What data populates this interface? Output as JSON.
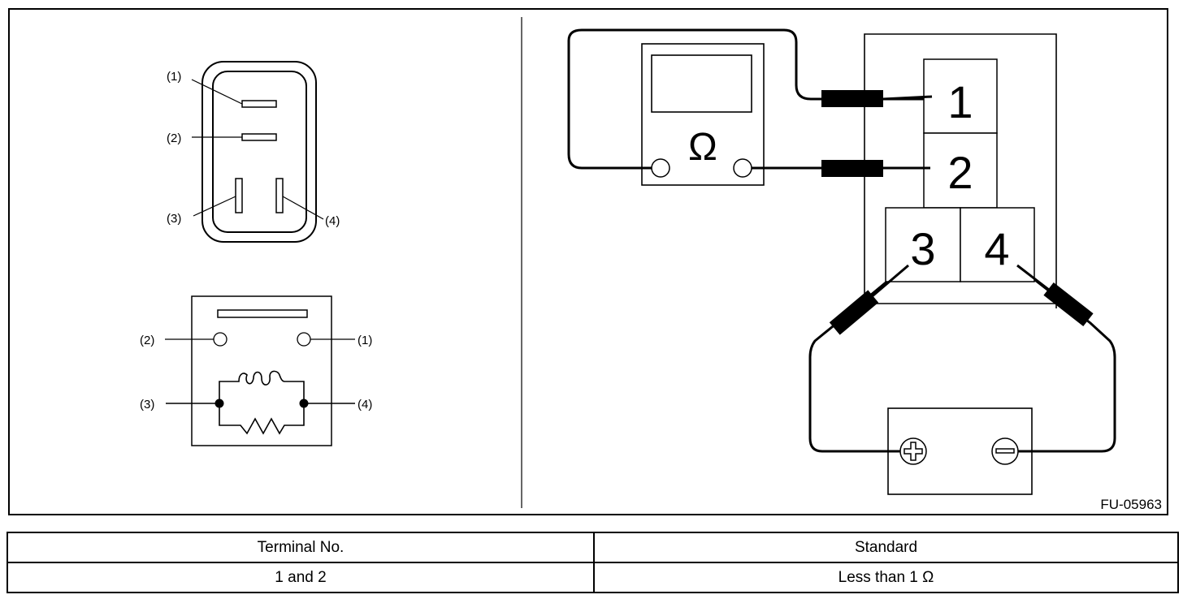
{
  "figure_code": "FU-05963",
  "connector_view": {
    "labels": [
      "(1)",
      "(2)",
      "(3)",
      "(4)"
    ]
  },
  "relay_schematic": {
    "labels": [
      "(2)",
      "(1)",
      "(3)",
      "(4)"
    ]
  },
  "test_setup": {
    "meter_symbol": "Ω",
    "terminals": [
      "1",
      "2",
      "3",
      "4"
    ],
    "battery_positive": "+",
    "battery_negative": "−"
  },
  "table": {
    "headers": [
      "Terminal No.",
      "Standard"
    ],
    "rows": [
      [
        "1 and 2",
        "Less than 1 Ω"
      ]
    ]
  }
}
